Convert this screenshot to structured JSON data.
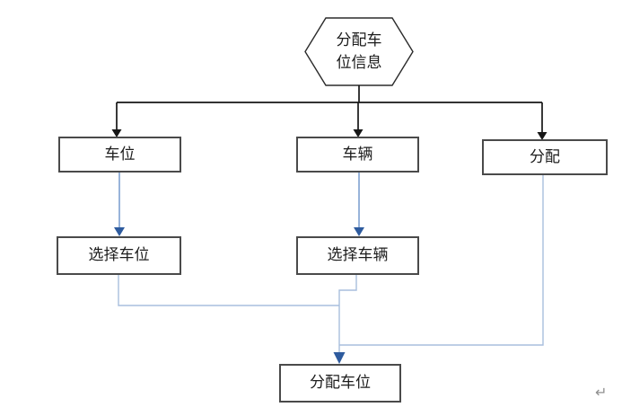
{
  "diagram": {
    "type": "flowchart",
    "nodes": {
      "source": {
        "label": "分配车位信息",
        "shape": "hexagon"
      },
      "parking": {
        "label": "车位",
        "shape": "rect"
      },
      "vehicle": {
        "label": "车辆",
        "shape": "rect"
      },
      "assign": {
        "label": "分配",
        "shape": "rect"
      },
      "select_parking": {
        "label": "选择车位",
        "shape": "rect"
      },
      "select_vehicle": {
        "label": "选择车辆",
        "shape": "rect"
      },
      "assign_parking": {
        "label": "分配车位",
        "shape": "rect"
      }
    },
    "edges": [
      {
        "from": "source",
        "to": "parking",
        "color": "black"
      },
      {
        "from": "source",
        "to": "vehicle",
        "color": "black"
      },
      {
        "from": "source",
        "to": "assign",
        "color": "black"
      },
      {
        "from": "parking",
        "to": "select_parking",
        "color": "blue"
      },
      {
        "from": "vehicle",
        "to": "select_vehicle",
        "color": "blue"
      },
      {
        "from": "select_parking",
        "to": "assign_parking",
        "color": "blue"
      },
      {
        "from": "select_vehicle",
        "to": "assign_parking",
        "color": "blue"
      },
      {
        "from": "assign",
        "to": "assign_parking",
        "color": "blue"
      }
    ],
    "colors": {
      "black_line": "#161616",
      "blue_shaft": "#7fa2d1",
      "blue_routing": "#a8bedd",
      "blue_arrowhead": "#2e5b9e",
      "box_border": "#4a4a4a"
    },
    "return_mark": "↵"
  }
}
